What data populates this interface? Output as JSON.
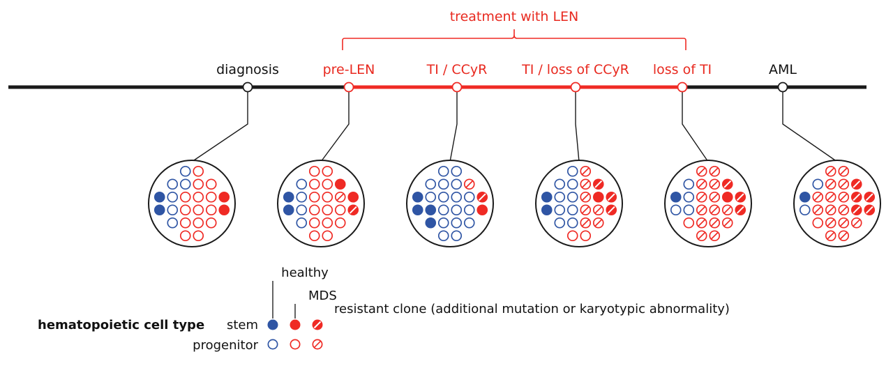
{
  "colors": {
    "black": "#1a1a1a",
    "red": "#ef2a24",
    "blue": "#2f55a4",
    "white": "#ffffff"
  },
  "treatment_label": "treatment with LEN",
  "timepoints": [
    {
      "id": "diagnosis",
      "label": "diagnosis",
      "color": "black"
    },
    {
      "id": "pre-len",
      "label": "pre-LEN",
      "color": "red"
    },
    {
      "id": "ti-ccyr",
      "label": "TI / CCyR",
      "color": "red"
    },
    {
      "id": "ti-loss-ccyr",
      "label": "TI / loss of CCyR",
      "color": "red"
    },
    {
      "id": "loss-ti",
      "label": "loss of TI",
      "color": "red"
    },
    {
      "id": "aml",
      "label": "AML",
      "color": "black"
    }
  ],
  "cell_codes": {
    "BS": "healthy stem",
    "B": "healthy progenitor",
    "RS": "MDS stem",
    "R": "MDS progenitor",
    "XS": "resistant clone stem",
    "X": "resistant clone progenitor",
    ".": "empty"
  },
  "marrow_states": [
    {
      "timepoint": "diagnosis",
      "grid": [
        [
          ".",
          ".",
          "B",
          "R",
          ".",
          "."
        ],
        [
          ".",
          "B",
          "B",
          "R",
          "R",
          "."
        ],
        [
          "BS",
          "B",
          "R",
          "R",
          "R",
          "RS"
        ],
        [
          "BS",
          "B",
          "R",
          "R",
          "R",
          "RS"
        ],
        [
          ".",
          "B",
          "R",
          "R",
          "R",
          "."
        ],
        [
          ".",
          ".",
          "R",
          "R",
          ".",
          "."
        ]
      ]
    },
    {
      "timepoint": "pre-len",
      "grid": [
        [
          ".",
          ".",
          "R",
          "R",
          ".",
          "."
        ],
        [
          ".",
          "B",
          "R",
          "R",
          "RS",
          "."
        ],
        [
          "BS",
          "B",
          "R",
          "R",
          "X",
          "RS"
        ],
        [
          "BS",
          "B",
          "R",
          "R",
          "R",
          "XS"
        ],
        [
          ".",
          "B",
          "R",
          "R",
          "R",
          "."
        ],
        [
          ".",
          ".",
          "R",
          "R",
          ".",
          "."
        ]
      ]
    },
    {
      "timepoint": "ti-ccyr",
      "grid": [
        [
          ".",
          ".",
          "B",
          "B",
          ".",
          "."
        ],
        [
          ".",
          "B",
          "B",
          "B",
          "X",
          "."
        ],
        [
          "BS",
          "B",
          "B",
          "B",
          "B",
          "XS"
        ],
        [
          "BS",
          "BS",
          "B",
          "B",
          "B",
          "RS"
        ],
        [
          ".",
          "BS",
          "B",
          "B",
          "B",
          "."
        ],
        [
          ".",
          ".",
          "B",
          "B",
          ".",
          "."
        ]
      ]
    },
    {
      "timepoint": "ti-loss-ccyr",
      "grid": [
        [
          ".",
          ".",
          "B",
          "X",
          ".",
          "."
        ],
        [
          ".",
          "B",
          "B",
          "X",
          "XS",
          "."
        ],
        [
          "BS",
          "B",
          "B",
          "X",
          "RS",
          "XS"
        ],
        [
          "BS",
          "B",
          "B",
          "X",
          "X",
          "XS"
        ],
        [
          ".",
          "B",
          "B",
          "X",
          "X",
          "."
        ],
        [
          ".",
          ".",
          "R",
          "R",
          ".",
          "."
        ]
      ]
    },
    {
      "timepoint": "loss-ti",
      "grid": [
        [
          ".",
          ".",
          "X",
          "X",
          ".",
          "."
        ],
        [
          ".",
          "B",
          "X",
          "X",
          "XS",
          "."
        ],
        [
          "BS",
          "B",
          "X",
          "X",
          "RS",
          "XS"
        ],
        [
          "B",
          "B",
          "X",
          "X",
          "X",
          "XS"
        ],
        [
          ".",
          "R",
          "X",
          "X",
          "X",
          "."
        ],
        [
          ".",
          ".",
          "X",
          "X",
          ".",
          "."
        ]
      ]
    },
    {
      "timepoint": "aml",
      "grid": [
        [
          ".",
          ".",
          "X",
          "X",
          ".",
          "."
        ],
        [
          ".",
          "B",
          "X",
          "X",
          "XS",
          "."
        ],
        [
          "BS",
          "X",
          "X",
          "X",
          "XS",
          "XS"
        ],
        [
          "B",
          "X",
          "X",
          "X",
          "XS",
          "XS"
        ],
        [
          ".",
          "R",
          "X",
          "X",
          "X",
          "."
        ],
        [
          ".",
          ".",
          "X",
          "X",
          ".",
          "."
        ]
      ]
    }
  ],
  "legend": {
    "title": "hematopoietic cell type",
    "row_labels": {
      "stem": "stem",
      "progenitor": "progenitor"
    },
    "column_labels": {
      "healthy": "healthy",
      "mds": "MDS",
      "resistant": "resistant clone (additional mutation or karyotypic abnormality)"
    },
    "samples": {
      "stem": [
        "BS",
        "RS",
        "XS"
      ],
      "progenitor": [
        "B",
        "R",
        "X"
      ]
    }
  }
}
